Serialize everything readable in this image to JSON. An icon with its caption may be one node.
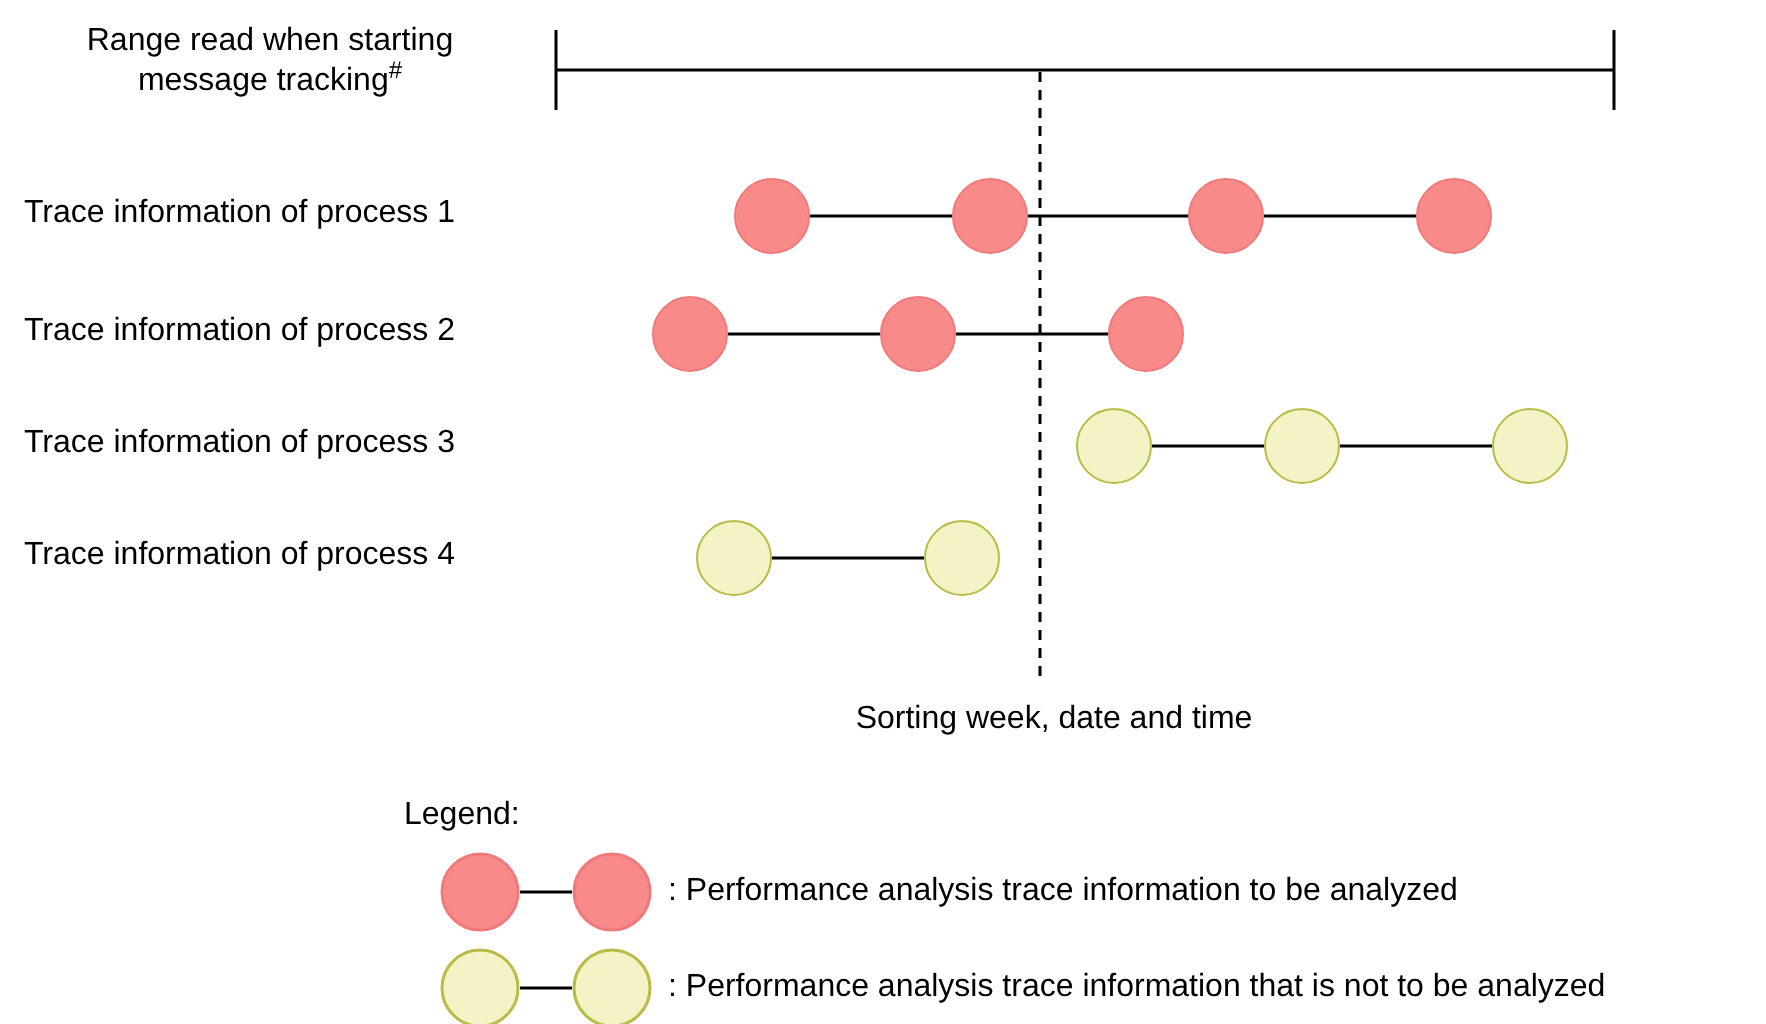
{
  "diagram": {
    "nodes": [
      {
        "text": [],
        "shape": "circle"
      },
      {
        "text": [],
        "shape": "circle"
      },
      {
        "text": [],
        "shape": "circle"
      },
      {
        "text": [],
        "shape": "circle"
      },
      {
        "text": [],
        "shape": "circle"
      },
      {
        "text": [],
        "shape": "circle"
      },
      {
        "text": [],
        "shape": "circle"
      },
      {
        "text": [],
        "shape": "circle"
      },
      {
        "text": [],
        "shape": "circle"
      },
      {
        "text": [],
        "shape": "circle"
      },
      {
        "text": [],
        "shape": "circle"
      },
      {
        "text": [],
        "shape": "circle"
      }
    ],
    "edges": [
      {
        "from": 0,
        "to": 1,
        "arrow": "none"
      },
      {
        "from": 1,
        "to": 2,
        "arrow": "none"
      },
      {
        "from": 2,
        "to": 3,
        "arrow": "none"
      },
      {
        "from": 4,
        "to": 5,
        "arrow": "none"
      },
      {
        "from": 5,
        "to": 6,
        "arrow": "none"
      },
      {
        "from": 7,
        "to": 8,
        "arrow": "none"
      },
      {
        "from": 8,
        "to": 9,
        "arrow": "none"
      },
      {
        "from": 10,
        "to": 11,
        "arrow": "none"
      }
    ],
    "labels": [
      "Range read when starting message tracking$^{#}$",
      "Trace information of process 1",
      "Trace information of process 2",
      "Trace information of process 3",
      "Trace information of process 4",
      "Sorting week, date and time",
      "Legend:"
    ],
    "legend": [
      {
        "text": ": Performance analysis trace information to be analyzed",
        "color": "#f88a8a"
      },
      {
        "text": ": Performance analysis trace information that is not to be analyzed",
        "color": "#f3f3c6"
      }
    ]
  }
}
